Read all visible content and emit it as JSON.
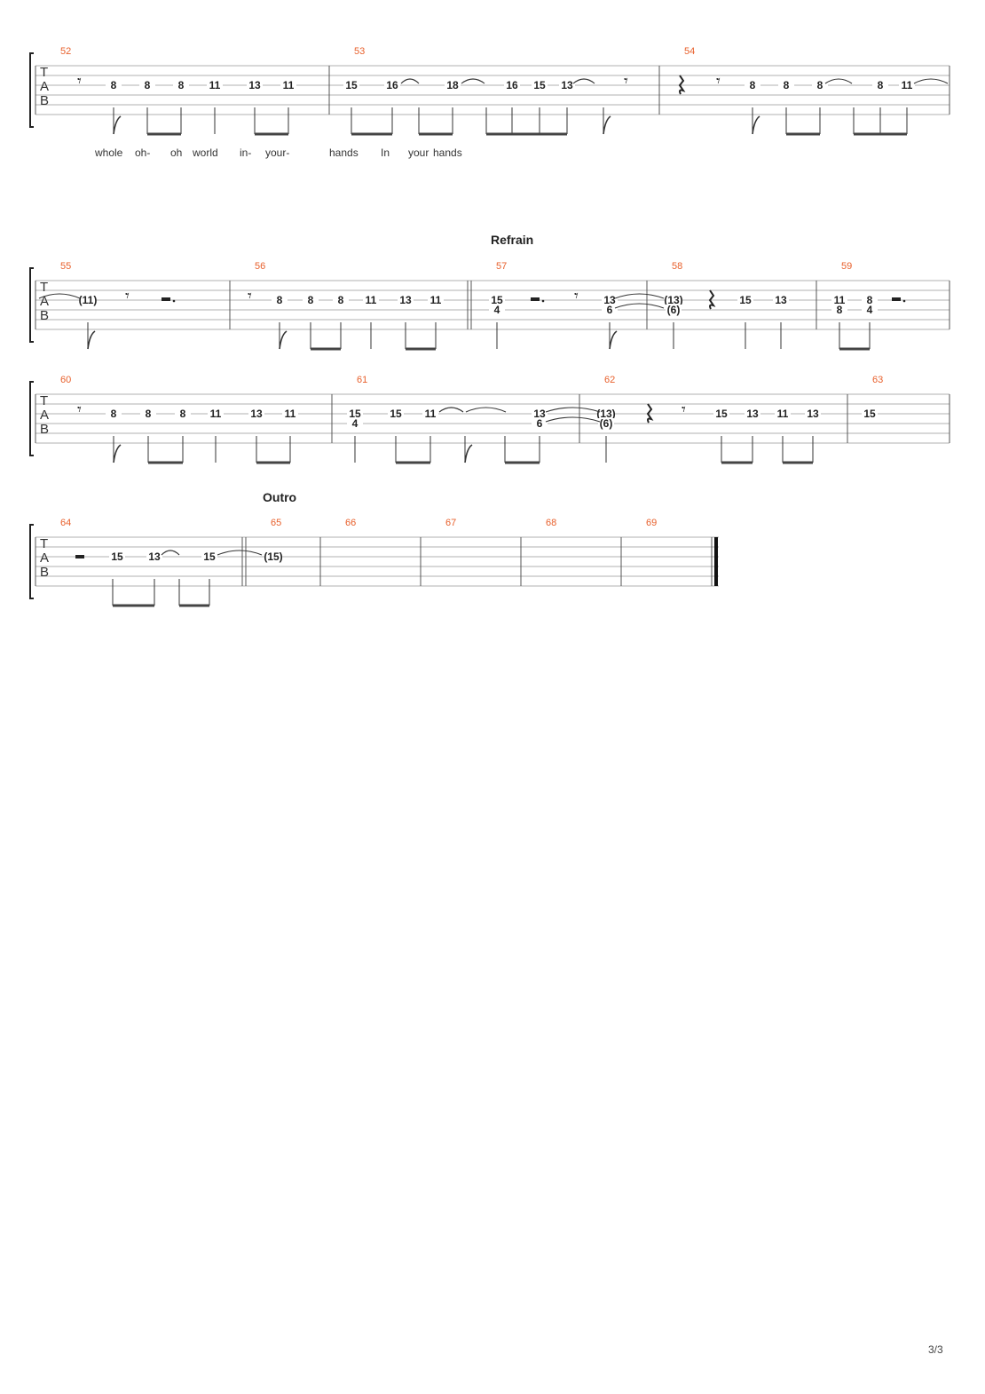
{
  "page": {
    "number": "3/3"
  },
  "clef_label": [
    "T",
    "A",
    "B"
  ],
  "sections": {
    "refrain": "Refrain",
    "outro": "Outro"
  },
  "lyrics": [
    "whole",
    "oh-",
    "oh",
    "world",
    "in-",
    "your-",
    "hands",
    "In",
    "your",
    "hands"
  ],
  "systems": [
    {
      "measures": [
        {
          "number": "52",
          "frets": [
            "8",
            "8",
            "8",
            "11",
            "13",
            "11"
          ]
        },
        {
          "number": "53",
          "frets": [
            "15",
            "16",
            "18",
            "16",
            "15",
            "13"
          ]
        },
        {
          "number": "54",
          "frets": [
            "8",
            "8",
            "8",
            "8",
            "11"
          ]
        }
      ]
    },
    {
      "measures": [
        {
          "number": "55",
          "frets": [
            "(11)"
          ]
        },
        {
          "number": "56",
          "frets": [
            "8",
            "8",
            "8",
            "11",
            "13",
            "11"
          ]
        },
        {
          "number": "57",
          "frets": [
            "15",
            "4",
            "13",
            "6"
          ]
        },
        {
          "number": "58",
          "frets": [
            "(13)",
            "(6)",
            "15",
            "13"
          ]
        },
        {
          "number": "59",
          "frets": [
            "11",
            "8",
            "8",
            "4"
          ]
        }
      ]
    },
    {
      "measures": [
        {
          "number": "60",
          "frets": [
            "8",
            "8",
            "8",
            "11",
            "13",
            "11"
          ]
        },
        {
          "number": "61",
          "frets": [
            "15",
            "4",
            "15",
            "11",
            "13",
            "6"
          ]
        },
        {
          "number": "62",
          "frets": [
            "(13)",
            "(6)",
            "15",
            "13",
            "11",
            "13"
          ]
        },
        {
          "number": "63",
          "frets": [
            "15"
          ]
        }
      ]
    },
    {
      "measures": [
        {
          "number": "64",
          "frets": [
            "15",
            "13",
            "15"
          ]
        },
        {
          "number": "65",
          "frets": [
            "(15)"
          ]
        },
        {
          "number": "66",
          "frets": []
        },
        {
          "number": "67",
          "frets": []
        },
        {
          "number": "68",
          "frets": []
        },
        {
          "number": "69",
          "frets": []
        }
      ]
    }
  ]
}
